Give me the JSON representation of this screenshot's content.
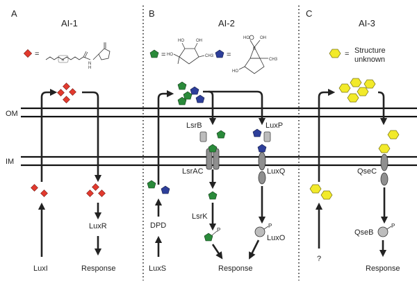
{
  "panels": {
    "a": {
      "letter": "A",
      "title": "AI-1",
      "legend_eq": "=",
      "synthase": "LuxI",
      "receptor": "LuxR",
      "output": "Response"
    },
    "b": {
      "letter": "B",
      "title": "AI-2",
      "legend_eq1": "=",
      "legend_eq2": "=",
      "lsrb": "LsrB",
      "lsrac": "LsrAC",
      "lsrk": "LsrK",
      "luxp": "LuxP",
      "luxq": "LuxQ",
      "luxo": "LuxO",
      "dpd": "DPD",
      "luxs": "LuxS",
      "output": "Response",
      "p1": "P",
      "p2": "P"
    },
    "c": {
      "letter": "C",
      "title": "AI-3",
      "legend_eq": "=",
      "structure_line1": "Structure",
      "structure_line2": "unknown",
      "qsec": "QseC",
      "qseb": "QseB",
      "p": "P",
      "unknown": "?",
      "output": "Response"
    }
  },
  "membranes": {
    "outer": "OM",
    "inner": "IM"
  },
  "chem_labels": {
    "n_h": "H",
    "n_n": "N",
    "n_sub": "n",
    "ho1": "HO",
    "oh1": "OH",
    "ch3": "CH3",
    "ho2": "HO",
    "ho3": "HO",
    "oh2": "OH",
    "bo": "B",
    "ho4": "HO"
  },
  "colors": {
    "ai1": "#e23a2e",
    "ai2_green": "#2a8a3a",
    "ai2_blue": "#2e3f9a",
    "ai3": "#f2ea2a",
    "membrane": "#111111",
    "protein": "#9a9a9a"
  }
}
